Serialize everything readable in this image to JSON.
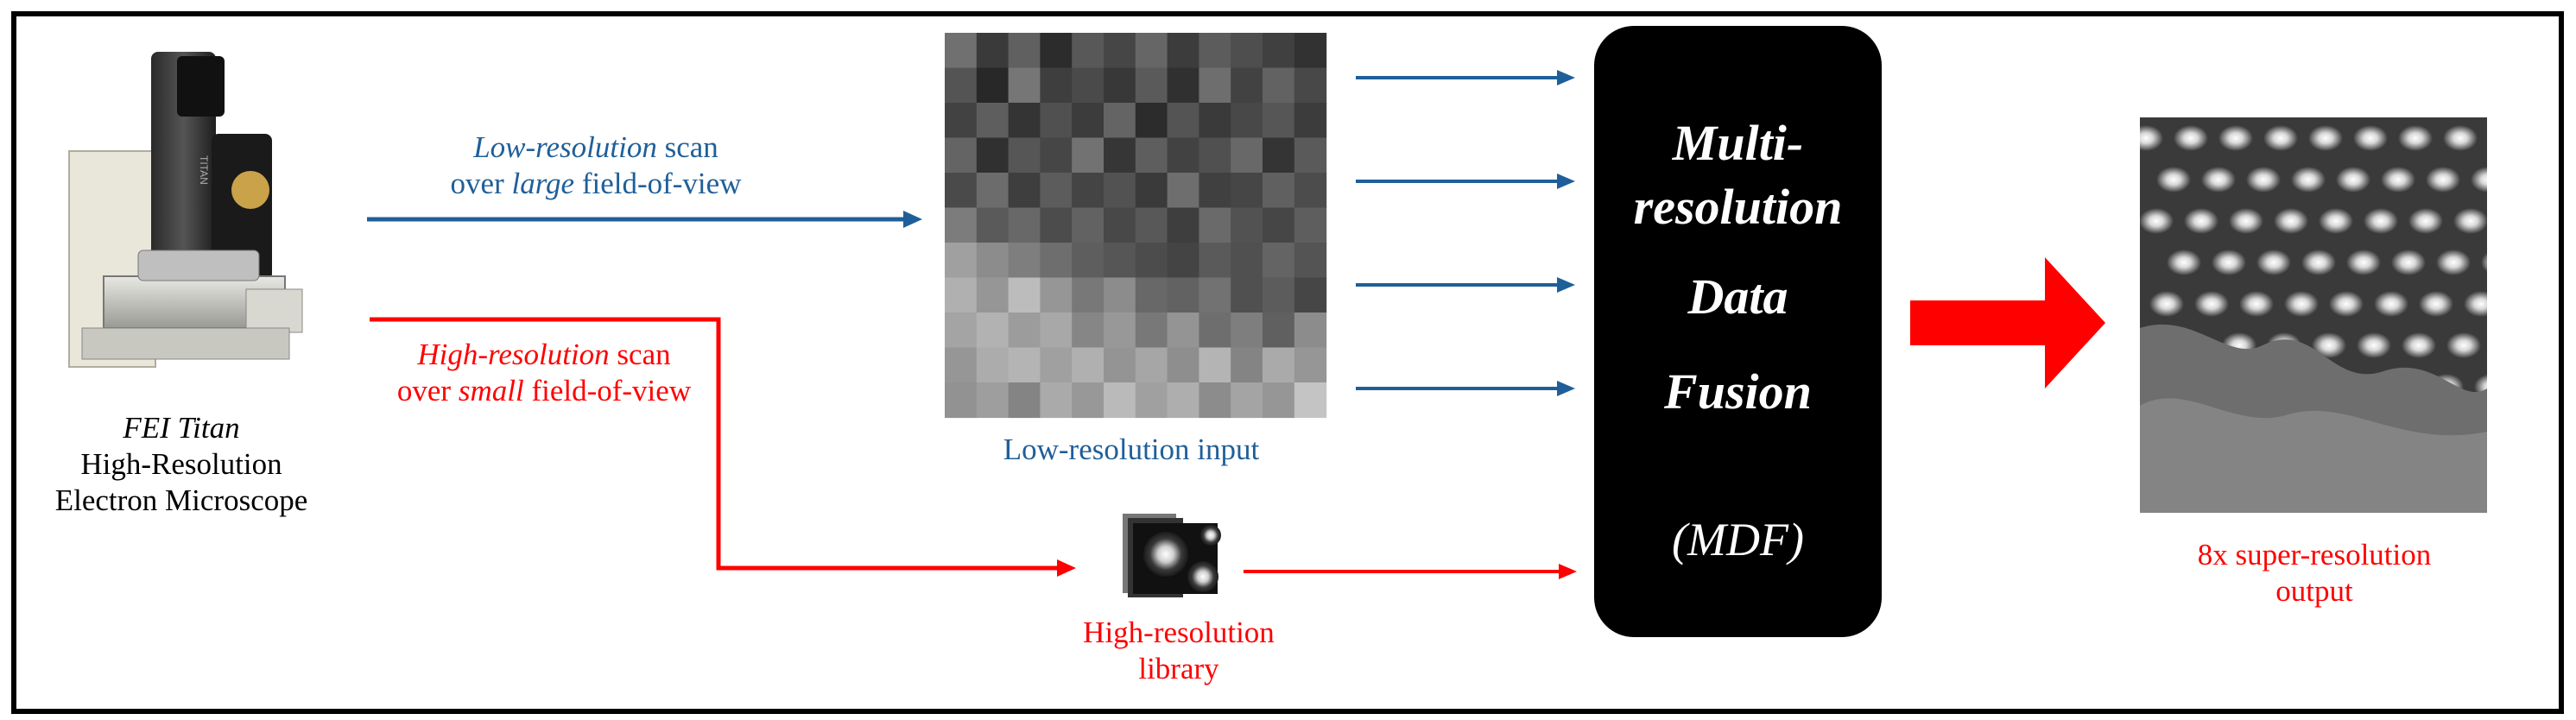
{
  "microscope": {
    "name": "FEI Titan",
    "line2": "High-Resolution",
    "line3": "Electron Microscope",
    "badge": "TITAN"
  },
  "low_scan": {
    "part1_italic": "Low-resolution",
    "part1_rest": " scan",
    "part2_pre": "over ",
    "part2_italic": "large",
    "part2_post": " field-of-view"
  },
  "high_scan": {
    "part1_italic": "High-resolution",
    "part1_rest": " scan",
    "part2_pre": "over ",
    "part2_italic": "small",
    "part2_post": " field-of-view"
  },
  "low_input_label": "Low-resolution input",
  "library_label": {
    "line1": "High-resolution",
    "line2": "library"
  },
  "mdf": {
    "lines": [
      "Multi-",
      "resolution",
      "Data",
      "Fusion"
    ],
    "abbrev": "(MDF)"
  },
  "output_label": {
    "line1": "8x super-resolution",
    "line2": "output"
  },
  "colors": {
    "blue": "#1f5f99",
    "red": "#ff0000",
    "box": "#000000"
  },
  "low_res_grid": [
    [
      112,
      58,
      96,
      44,
      88,
      70,
      102,
      60,
      92,
      78,
      64,
      50
    ],
    [
      84,
      40,
      118,
      62,
      74,
      56,
      90,
      48,
      110,
      66,
      98,
      72
    ],
    [
      66,
      94,
      52,
      80,
      60,
      100,
      44,
      84,
      58,
      72,
      86,
      60
    ],
    [
      100,
      48,
      86,
      70,
      114,
      54,
      94,
      66,
      80,
      104,
      52,
      90
    ],
    [
      74,
      108,
      62,
      92,
      68,
      82,
      58,
      110,
      64,
      70,
      96,
      76
    ],
    [
      124,
      90,
      104,
      76,
      98,
      72,
      88,
      62,
      106,
      82,
      70,
      94
    ],
    [
      160,
      140,
      126,
      110,
      94,
      86,
      76,
      68,
      90,
      80,
      100,
      84
    ],
    [
      176,
      150,
      188,
      150,
      120,
      140,
      104,
      98,
      114,
      80,
      92,
      70
    ],
    [
      164,
      178,
      156,
      168,
      134,
      152,
      120,
      148,
      110,
      126,
      96,
      140
    ],
    [
      150,
      172,
      180,
      160,
      176,
      148,
      166,
      142,
      180,
      132,
      170,
      150
    ],
    [
      146,
      158,
      132,
      170,
      152,
      186,
      160,
      174,
      140,
      164,
      150,
      196
    ]
  ]
}
